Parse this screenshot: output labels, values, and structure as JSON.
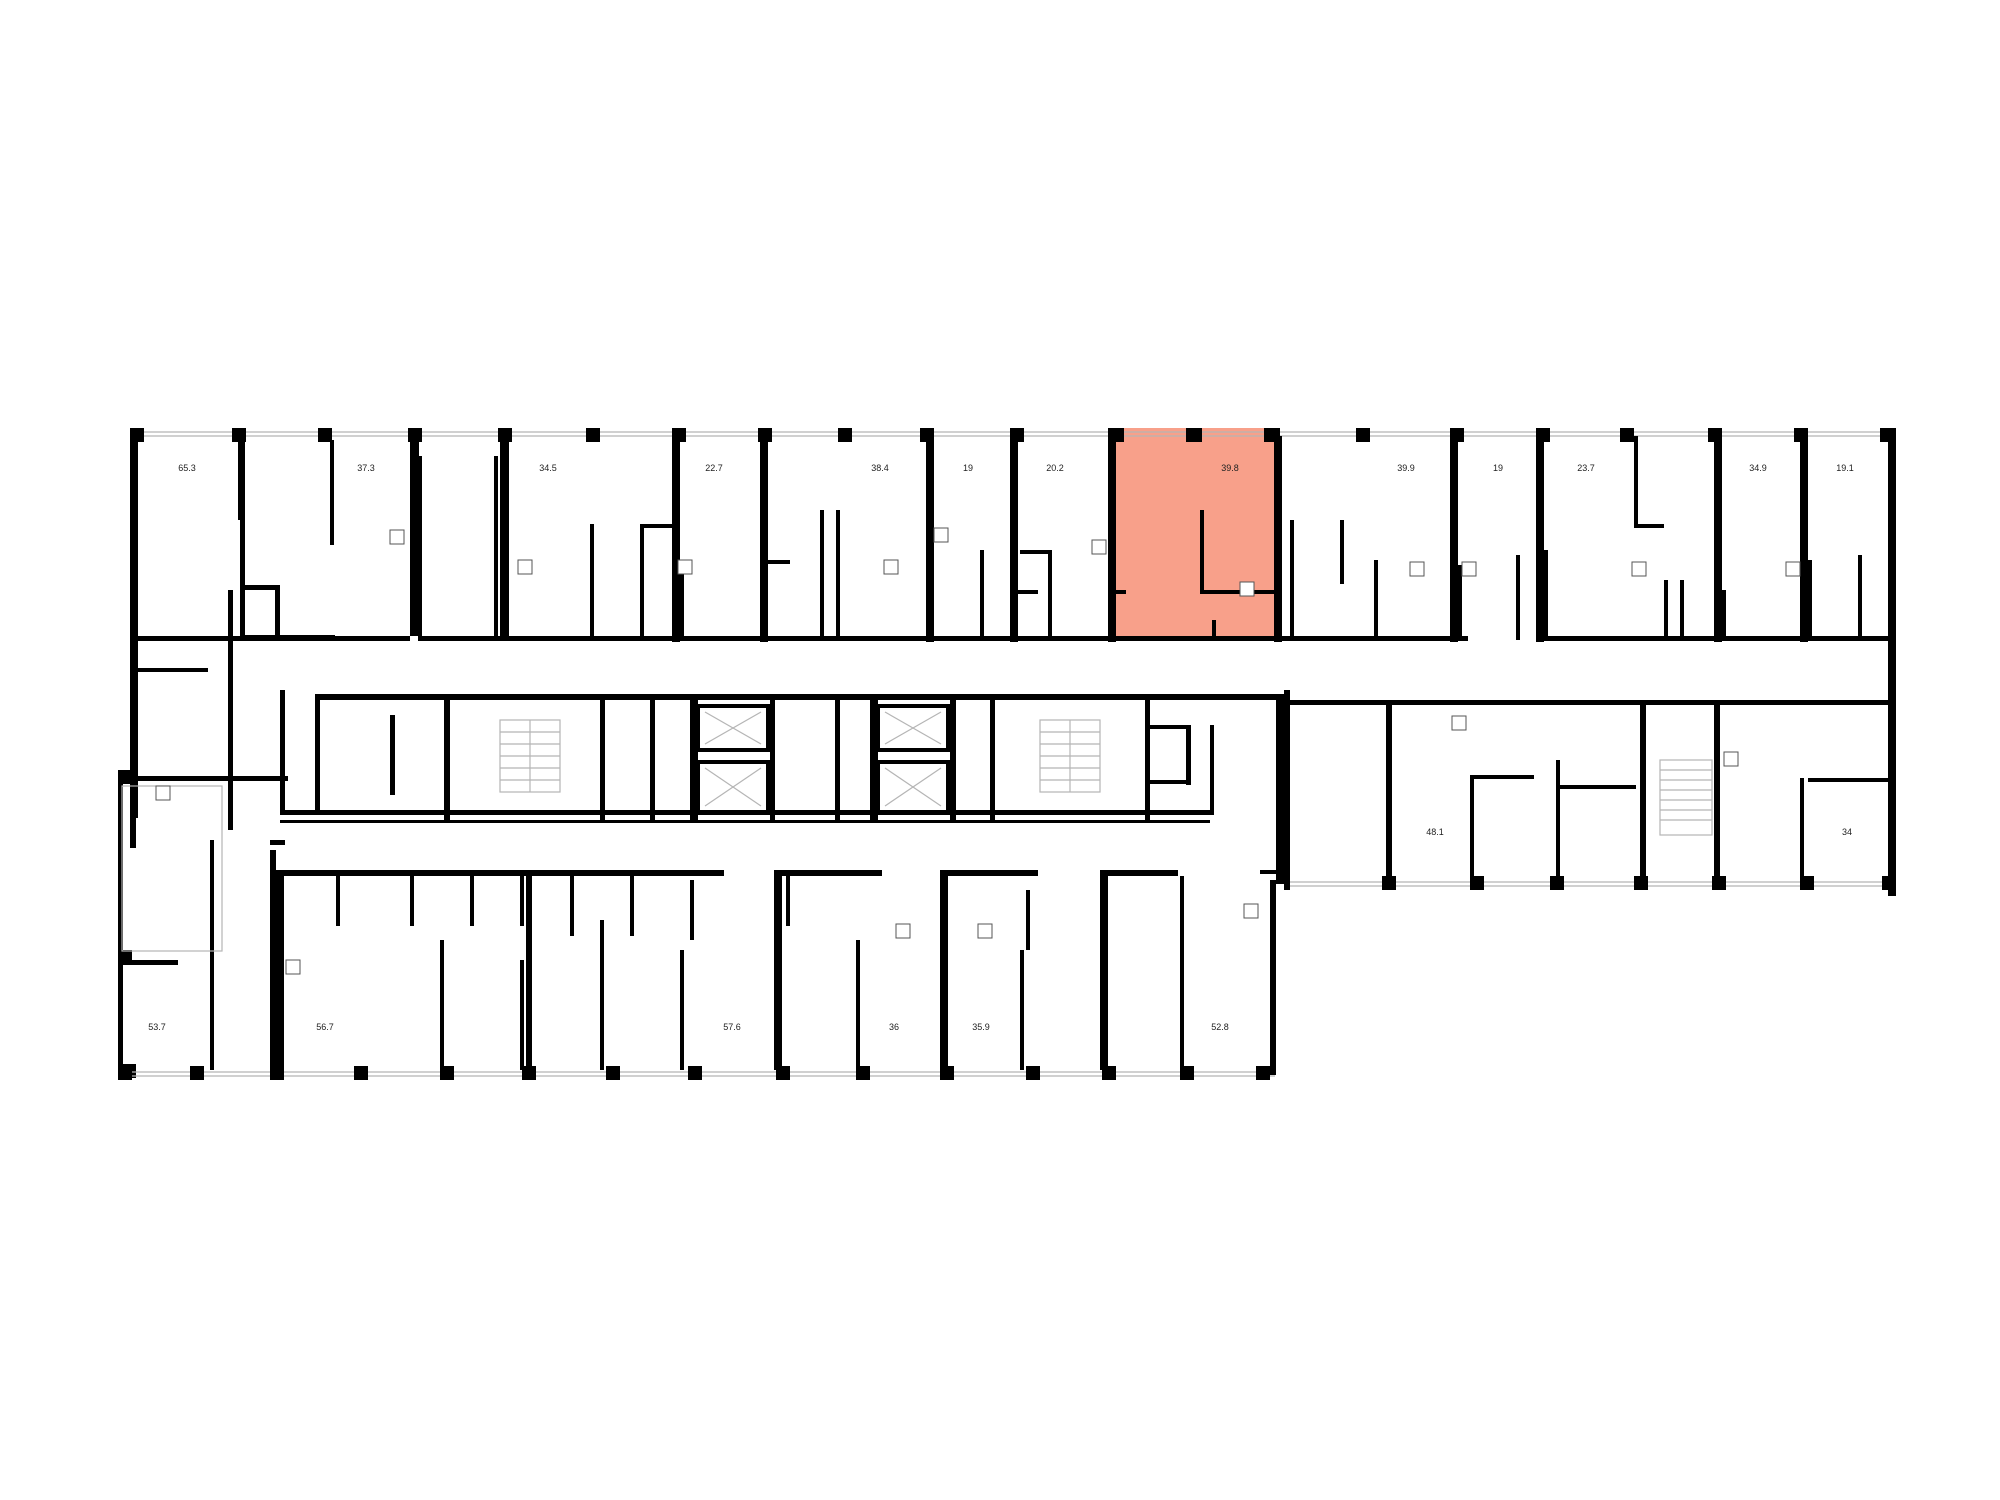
{
  "colors": {
    "highlight_fill": "#f8a08a",
    "highlight_wall": "#a8331b",
    "wall": "#000000",
    "background": "#ffffff"
  },
  "units": [
    {
      "id": "u01",
      "area": "65.3"
    },
    {
      "id": "u02",
      "area": "37.3"
    },
    {
      "id": "u03",
      "area": "34.5"
    },
    {
      "id": "u04",
      "area": "22.7"
    },
    {
      "id": "u05",
      "area": "38.4"
    },
    {
      "id": "u06",
      "area": "19"
    },
    {
      "id": "u07",
      "area": "20.2"
    },
    {
      "id": "u08",
      "area": "39.8",
      "selected": true
    },
    {
      "id": "u09",
      "area": "39.9"
    },
    {
      "id": "u10",
      "area": "19"
    },
    {
      "id": "u11",
      "area": "23.7"
    },
    {
      "id": "u12",
      "area": "34.9"
    },
    {
      "id": "u13",
      "area": "19.1"
    },
    {
      "id": "u14",
      "area": "48.1"
    },
    {
      "id": "u15",
      "area": "34"
    },
    {
      "id": "u16",
      "area": "53.7"
    },
    {
      "id": "u17",
      "area": "56.7"
    },
    {
      "id": "u18",
      "area": "57.6"
    },
    {
      "id": "u19",
      "area": "36"
    },
    {
      "id": "u20",
      "area": "35.9"
    },
    {
      "id": "u21",
      "area": "52.8"
    }
  ]
}
